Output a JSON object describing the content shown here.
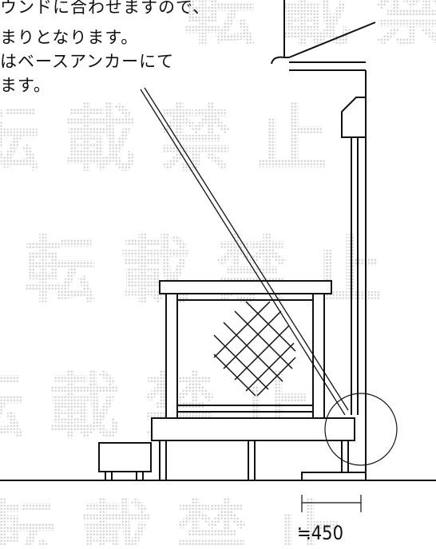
{
  "notes": {
    "lines": [
      "ウンドに合わせますので、",
      "まりとなります。",
      "はベースアンカーにて",
      "ます。"
    ]
  },
  "dimension": {
    "label": "≒450"
  },
  "watermark": {
    "lines": [
      "転載禁止",
      "転載禁止",
      "転載禁止",
      "転載禁止"
    ]
  }
}
